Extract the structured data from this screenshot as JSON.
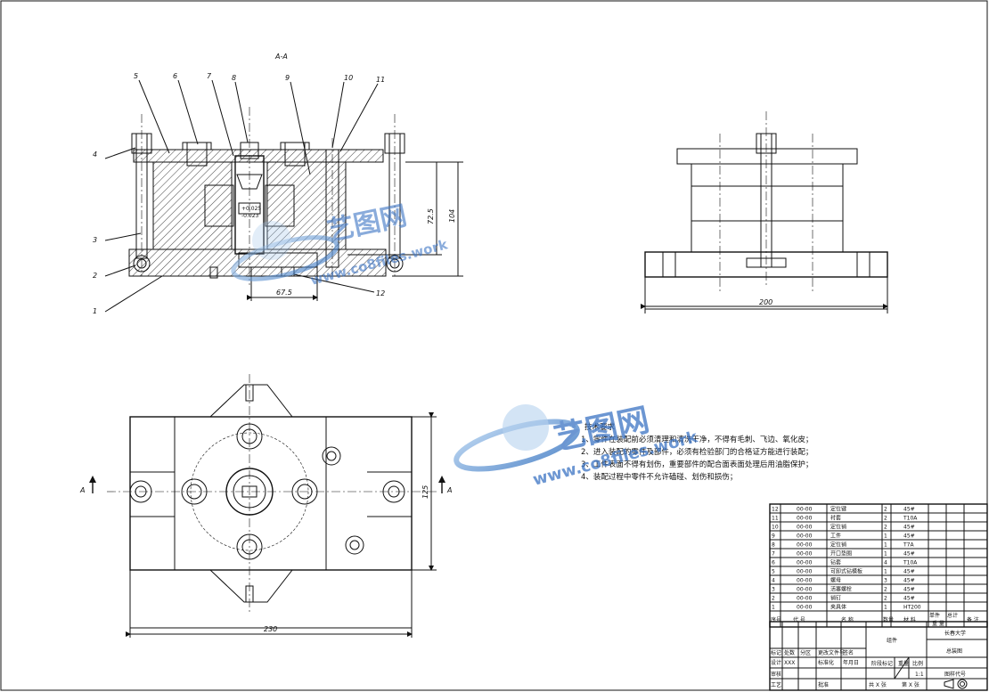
{
  "section_title": "A-A",
  "section_marker": "A",
  "part_labels": [
    "1",
    "2",
    "3",
    "4",
    "5",
    "6",
    "7",
    "8",
    "9",
    "10",
    "11",
    "12"
  ],
  "dimensions": {
    "front_width": "67.5",
    "front_height_total": "104",
    "front_height_inner": "72.5",
    "fit_upper": "+0.025",
    "fit_lower": "-0.023",
    "side_width": "200",
    "plan_width": "230",
    "plan_height": "125"
  },
  "watermark": {
    "text": "艺图网",
    "url": "www.co8files.work"
  },
  "requirements": {
    "title": "技术要求",
    "items": [
      "1、零件在装配前必须清理和清洗干净，不得有毛刺、飞边、氧化皮；",
      "2、进入装配的零件及部件，必须有检验部门的合格证方能进行装配；",
      "3、工件表面不得有划伤，重要部件的配合面表面处理后用油脂保护；",
      "4、装配过程中零件不允许磕碰、划伤和损伤；"
    ]
  },
  "bom": {
    "rows": [
      {
        "no": "12",
        "code": "00-00",
        "name": "定位键",
        "qty": "2",
        "mat": "45#"
      },
      {
        "no": "11",
        "code": "00-00",
        "name": "衬套",
        "qty": "2",
        "mat": "T10A"
      },
      {
        "no": "10",
        "code": "00-00",
        "name": "定位销",
        "qty": "2",
        "mat": "45#"
      },
      {
        "no": "9",
        "code": "00-00",
        "name": "工件",
        "qty": "1",
        "mat": "45#"
      },
      {
        "no": "8",
        "code": "00-00",
        "name": "定位销",
        "qty": "1",
        "mat": "T7A"
      },
      {
        "no": "7",
        "code": "00-00",
        "name": "开口垫圈",
        "qty": "1",
        "mat": "45#"
      },
      {
        "no": "6",
        "code": "00-00",
        "name": "钻套",
        "qty": "4",
        "mat": "T10A"
      },
      {
        "no": "5",
        "code": "00-00",
        "name": "可卸式钻模板",
        "qty": "1",
        "mat": "45#"
      },
      {
        "no": "4",
        "code": "00-00",
        "name": "螺母",
        "qty": "3",
        "mat": "45#"
      },
      {
        "no": "3",
        "code": "00-00",
        "name": "活塞螺栓",
        "qty": "2",
        "mat": "45#"
      },
      {
        "no": "2",
        "code": "00-00",
        "name": "销钉",
        "qty": "2",
        "mat": "45#"
      },
      {
        "no": "1",
        "code": "00-00",
        "name": "夹具体",
        "qty": "1",
        "mat": "HT200"
      }
    ],
    "header": {
      "seq": "序号",
      "code": "代  号",
      "name": "名  称",
      "qty": "数量",
      "mat": "材  料",
      "unit": "单件",
      "total": "总计",
      "weight": "重  量",
      "remark": "备  注"
    }
  },
  "title_block": {
    "part": "组件",
    "school": "长春大学",
    "drawing": "总装图",
    "stage_label": "阶段标记",
    "weight_label": "重量",
    "scale_label": "比例",
    "scale": "1:1",
    "sheet_total": "共 X 张",
    "sheet_no": "第 X 张",
    "drawing_code": "图样代号",
    "designer_label": "设计",
    "designer": "XXX",
    "std_label": "标准化",
    "mark_label": "标记",
    "count_label": "处数",
    "division_label": "分区",
    "change_label": "更改文件号",
    "sign_label": "签名",
    "date_label": "年月日",
    "review_label": "审核",
    "process_label": "工艺",
    "approve_label": "批准"
  }
}
